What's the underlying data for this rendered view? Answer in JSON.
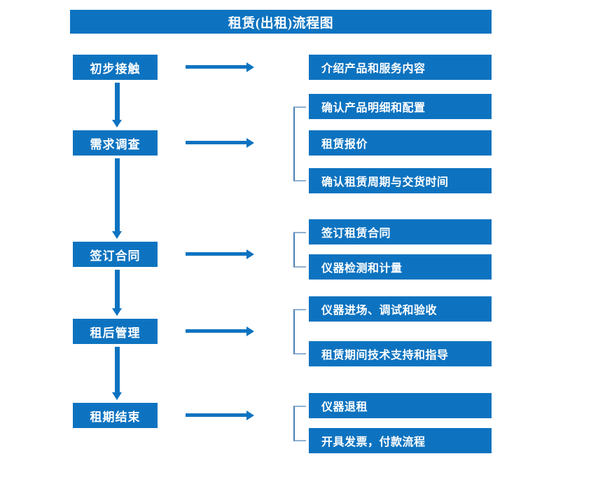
{
  "title": "租赁(出租)流程图",
  "colors": {
    "box_blue": "#0d73c0",
    "bracket_blue": "#4a7fb5",
    "text_white": "#ffffff",
    "background": "#ffffff"
  },
  "stages": [
    {
      "label": "初步接触"
    },
    {
      "label": "需求调查"
    },
    {
      "label": "签订合同"
    },
    {
      "label": "租后管理"
    },
    {
      "label": "租期结束"
    }
  ],
  "details": [
    {
      "label": "介绍产品和服务内容"
    },
    {
      "label": "确认产品明细和配置"
    },
    {
      "label": "租赁报价"
    },
    {
      "label": "确认租赁周期与交货时间"
    },
    {
      "label": "签订租赁合同"
    },
    {
      "label": "仪器检测和计量"
    },
    {
      "label": "仪器进场、调试和验收"
    },
    {
      "label": "租赁期间技术支持和指导"
    },
    {
      "label": "仪器退租"
    },
    {
      "label": "开具发票，付款流程"
    }
  ],
  "arrows": {
    "horizontal_count": 5,
    "vertical_count": 4
  },
  "brackets": {
    "count": 4
  }
}
